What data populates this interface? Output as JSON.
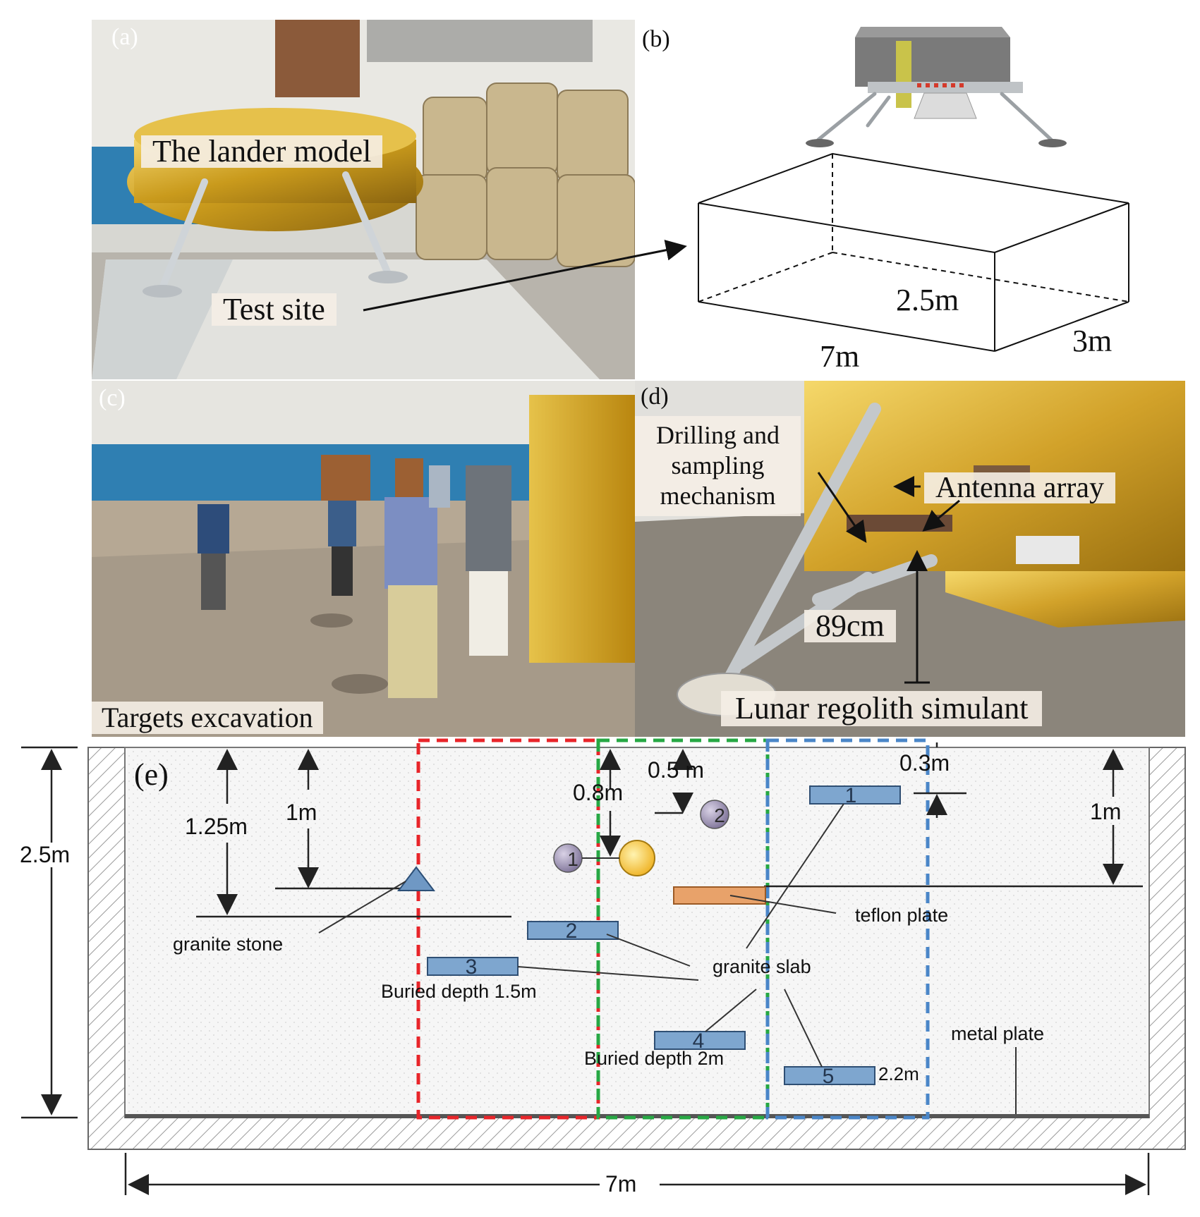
{
  "panels": {
    "a": {
      "tag": "(a)",
      "lander_label": "The lander model",
      "site_label": "Test site"
    },
    "b": {
      "tag": "(b)",
      "dim_depth": "2.5m",
      "dim_length": "7m",
      "dim_width": "3m"
    },
    "c": {
      "tag": "(c)",
      "caption": "Targets excavation"
    },
    "d": {
      "tag": "(d)",
      "drill_label_1": "Drilling and",
      "drill_label_2": "sampling",
      "drill_label_3": "mechanism",
      "antenna_label": "Antenna array",
      "height_label": "89cm",
      "regolith_label": "Lunar regolith simulant"
    },
    "e": {
      "tag": "(e)",
      "depth_total": "2.5m",
      "width_total": "7m",
      "dim_1_25m": "1.25m",
      "dim_1m_left": "1m",
      "dim_0_8m": "0.8m",
      "dim_0_5m": "0.5 m",
      "dim_0_3m": "0.3m",
      "dim_1m_right": "1m",
      "dim_2_2m": "2.2m",
      "label_granite_stone": "granite stone",
      "label_granite_slab": "granite slab",
      "label_teflon": "teflon plate",
      "label_metal": "metal plate",
      "label_buried_1_5": "Buried depth 1.5m",
      "label_buried_2": "Buried depth 2m",
      "slab_1": "1",
      "slab_2": "2",
      "slab_3": "3",
      "slab_4": "4",
      "slab_5": "5",
      "circle_1": "1",
      "circle_2": "2"
    }
  },
  "colors": {
    "red_box": "#e8252a",
    "green_box": "#27a844",
    "blue_box": "#4a86c8",
    "slab_fill": "#7ea6cf",
    "teflon_fill": "#e69a5d",
    "sphere_fill": "#f4c04a",
    "marker_fill": "#8f84a8",
    "gold": "#c99a1c"
  }
}
